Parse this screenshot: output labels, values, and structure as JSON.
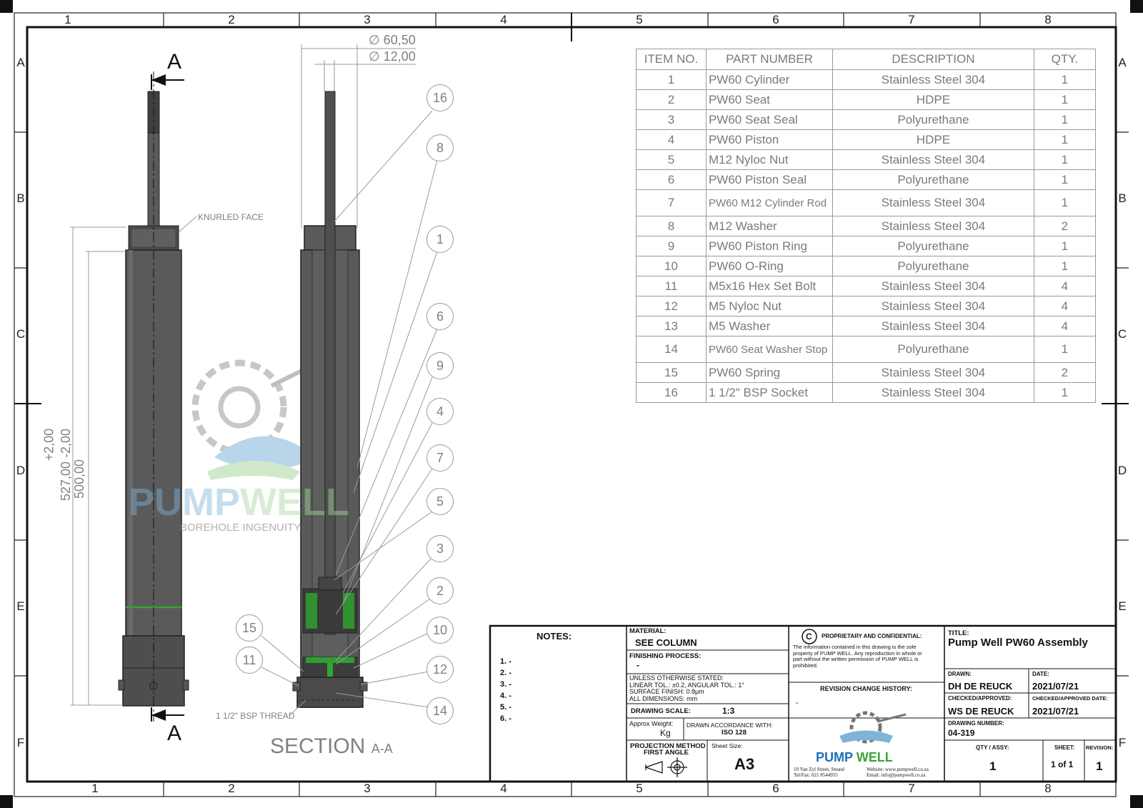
{
  "border": {
    "columns": [
      "1",
      "2",
      "3",
      "4",
      "5",
      "6",
      "7",
      "8"
    ],
    "rows": [
      "A",
      "B",
      "C",
      "D",
      "E",
      "F"
    ]
  },
  "bom": {
    "headers": [
      "ITEM NO.",
      "PART NUMBER",
      "DESCRIPTION",
      "QTY."
    ],
    "rows": [
      {
        "item": "1",
        "part": "PW60 Cylinder",
        "desc": "Stainless Steel 304",
        "qty": "1"
      },
      {
        "item": "2",
        "part": "PW60 Seat",
        "desc": "HDPE",
        "qty": "1"
      },
      {
        "item": "3",
        "part": "PW60 Seat Seal",
        "desc": "Polyurethane",
        "qty": "1"
      },
      {
        "item": "4",
        "part": "PW60 Piston",
        "desc": "HDPE",
        "qty": "1"
      },
      {
        "item": "5",
        "part": "M12 Nyloc Nut",
        "desc": "Stainless Steel 304",
        "qty": "1"
      },
      {
        "item": "6",
        "part": "PW60 Piston Seal",
        "desc": "Polyurethane",
        "qty": "1"
      },
      {
        "item": "7",
        "part": "PW60 M12 Cylinder Rod",
        "desc": "Stainless Steel 304",
        "qty": "1"
      },
      {
        "item": "8",
        "part": "M12 Washer",
        "desc": "Stainless Steel 304",
        "qty": "2"
      },
      {
        "item": "9",
        "part": "PW60 Piston Ring",
        "desc": "Polyurethane",
        "qty": "1"
      },
      {
        "item": "10",
        "part": "PW60 O-Ring",
        "desc": "Polyurethane",
        "qty": "1"
      },
      {
        "item": "11",
        "part": "M5x16 Hex Set Bolt",
        "desc": "Stainless Steel 304",
        "qty": "4"
      },
      {
        "item": "12",
        "part": "M5 Nyloc Nut",
        "desc": "Stainless Steel 304",
        "qty": "4"
      },
      {
        "item": "13",
        "part": "M5 Washer",
        "desc": "Stainless Steel 304",
        "qty": "4"
      },
      {
        "item": "14",
        "part": "PW60 Seat Washer Stop",
        "desc": "Polyurethane",
        "qty": "1"
      },
      {
        "item": "15",
        "part": "PW60 Spring",
        "desc": "Stainless Steel 304",
        "qty": "2"
      },
      {
        "item": "16",
        "part": "1 1/2\" BSP Socket",
        "desc": "Stainless Steel 304",
        "qty": "1"
      }
    ]
  },
  "drawing": {
    "section_marker": "A",
    "knurled_face": "KNURLED FACE",
    "bsp_thread": "1 1/2\" BSP THREAD",
    "section_title": "SECTION",
    "section_suffix": "A-A",
    "dim_outer_dia": "∅ 60,50",
    "dim_inner_dia": "∅ 12,00",
    "dim_length_overall": "527,00",
    "dim_tol_plus": "+2,00",
    "dim_tol_minus": "-2,00",
    "dim_length_inner": "500,00",
    "balloons": [
      "16",
      "8",
      "1",
      "6",
      "9",
      "4",
      "7",
      "5",
      "3",
      "2",
      "10",
      "12",
      "14",
      "15",
      "11"
    ]
  },
  "watermark": {
    "brand_left": "PUMP",
    "brand_right": "WELL",
    "tagline": "BOREHOLE INGENUITY"
  },
  "title_block": {
    "notes_heading": "NOTES:",
    "notes": [
      "1.  -",
      "2.  -",
      "3.  -",
      "4.  -",
      "5.  -",
      "6.  -"
    ],
    "material_label": "MATERIAL:",
    "material_value": "SEE COLUMN",
    "finishing_label": "FINISHING PROCESS:",
    "finishing_value": "-",
    "tolerance_lines": [
      "UNLESS OTHERWISE STATED:",
      "LINEAR TOL.: ±0.2, ANGULAR TOL.: 1°",
      "SURFACE FINISH: 0.8μm",
      "ALL DIMENSIONS: mm"
    ],
    "scale_label": "DRAWING SCALE:",
    "scale_value": "1:3",
    "weight_label": "Approx Weight:",
    "weight_unit": "Kg",
    "accordance_label": "DRAWN ACCORDANCE WITH:",
    "accordance_value": "ISO 128",
    "projection_label": "PROJECTION METHOD",
    "projection_value": "FIRST ANGLE",
    "sheet_size_label": "Sheet Size:",
    "sheet_size_value": "A3",
    "copyright_symbol": "C",
    "confidential_heading": "PROPRIETARY AND CONFIDENTIAL:",
    "confidential_text": [
      "The information contained in this drawing is the sole",
      "property of PUMP WELL. Any reproduction in whole or",
      "part without the written permission of PUMP WELL is",
      "prohibited."
    ],
    "revision_history_label": "REVISION CHANGE HISTORY:",
    "revision_history_value": "-",
    "logo_pump": "PUMP",
    "logo_well": "WELL",
    "address_lines": [
      "10 Van Zyl Street, Strand",
      "Tel/Fax: 021 8544955"
    ],
    "web_lines": [
      "Website: www.pumpwell.co.za",
      "Email: info@pumpwell.co.za"
    ],
    "title_label": "TITLE:",
    "title_value": "Pump Well PW60 Assembly",
    "drawn_label": "DRAWN:",
    "drawn_value": "DH DE REUCK",
    "date_label": "DATE:",
    "date_value": "2021/07/21",
    "checked_label": "CHECKED/APPROVED:",
    "checked_value": "WS DE REUCK",
    "checked_date_label": "CHECKED/APPROVED DATE:",
    "checked_date_value": "2021/07/21",
    "drawing_number_label": "DRAWING NUMBER:",
    "drawing_number_value": "04-319",
    "qty_label": "QTY / ASSY:",
    "qty_value": "1",
    "sheet_label": "SHEET:",
    "sheet_value": "1 of 1",
    "revision_label": "REVISION:",
    "revision_value": "1"
  },
  "colors": {
    "part_body": "#5a5a5a",
    "seal_green": "#2ea82e",
    "watermark_blue": "#7fb4d8",
    "watermark_green": "#a8d8a0",
    "line_grey": "#9a9a9a"
  }
}
